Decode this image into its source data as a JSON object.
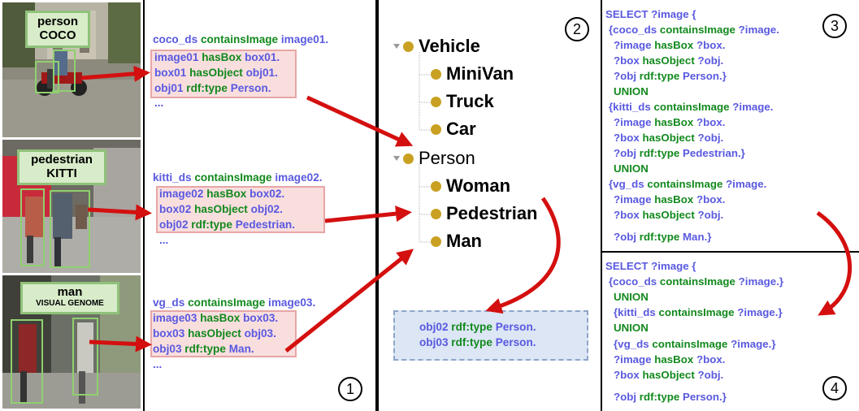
{
  "images": [
    {
      "label_line1": "person",
      "label_line2": "COCO"
    },
    {
      "label_line1": "pedestrian",
      "label_line2": "KITTI"
    },
    {
      "label_line1": "man",
      "label_line2": "VISUAL GENOME"
    }
  ],
  "triples": [
    {
      "head": [
        "coco_ds",
        "containsImage",
        "image01."
      ],
      "boxed": [
        [
          "image01",
          "hasBox",
          "box01."
        ],
        [
          "box01",
          "hasObject",
          "obj01."
        ],
        [
          "obj01",
          "rdf:type",
          "Person."
        ]
      ],
      "ellipsis": "..."
    },
    {
      "head": [
        "kitti_ds",
        "containsImage",
        "image02."
      ],
      "boxed": [
        [
          "image02",
          "hasBox",
          "box02."
        ],
        [
          "box02",
          "hasObject",
          "obj02."
        ],
        [
          "obj02",
          "rdf:type",
          "Pedestrian."
        ]
      ],
      "ellipsis": "..."
    },
    {
      "head": [
        "vg_ds",
        "containsImage",
        "image03."
      ],
      "boxed": [
        [
          "image03",
          "hasBox",
          "box03."
        ],
        [
          "box03",
          "hasObject",
          "obj03."
        ],
        [
          "obj03",
          "rdf:type",
          "Man."
        ]
      ],
      "ellipsis": "..."
    }
  ],
  "ontology": {
    "vehicle": "Vehicle",
    "minivan": "MiniVan",
    "truck": "Truck",
    "car": "Car",
    "person": "Person",
    "woman": "Woman",
    "pedestrian": "Pedestrian",
    "man": "Man"
  },
  "result": [
    [
      "obj02",
      "rdf:type",
      "Person."
    ],
    [
      "obj03",
      "rdf:type",
      "Person."
    ]
  ],
  "query3": {
    "select": "SELECT ?image {",
    "union": "UNION",
    "blocks": [
      [
        [
          "{coco_ds",
          "containsImage",
          "?image."
        ],
        [
          "?image",
          "hasBox",
          "?box."
        ],
        [
          "?box",
          "hasObject",
          "?obj."
        ],
        [
          "?obj",
          "rdf:type",
          "Person.}"
        ]
      ],
      [
        [
          "{kitti_ds",
          "containsImage",
          "?image."
        ],
        [
          "?image",
          "hasBox",
          "?box."
        ],
        [
          "?box",
          "hasObject",
          "?obj."
        ],
        [
          "?obj",
          "rdf:type",
          "Pedestrian.}"
        ]
      ],
      [
        [
          "{vg_ds",
          "containsImage",
          "?image."
        ],
        [
          "?image",
          "hasBox",
          "?box."
        ],
        [
          "?box",
          "hasObject",
          "?obj."
        ],
        [
          "?obj",
          "rdf:type",
          "Man.}"
        ]
      ]
    ]
  },
  "query4": {
    "select": "SELECT ?image {",
    "union": "UNION",
    "line1": [
      "{coco_ds",
      "containsImage",
      "?image.}"
    ],
    "line2": [
      "{kitti_ds",
      "containsImage",
      "?image.}"
    ],
    "block": [
      [
        "{vg_ds",
        "containsImage",
        "?image.}"
      ],
      [
        "?image",
        "hasBox",
        "?box."
      ],
      [
        "?box",
        "hasObject",
        "?obj."
      ],
      [
        "?obj",
        "rdf:type",
        "Person.}"
      ]
    ]
  },
  "step_numbers": [
    "1",
    "2",
    "3",
    "4"
  ]
}
